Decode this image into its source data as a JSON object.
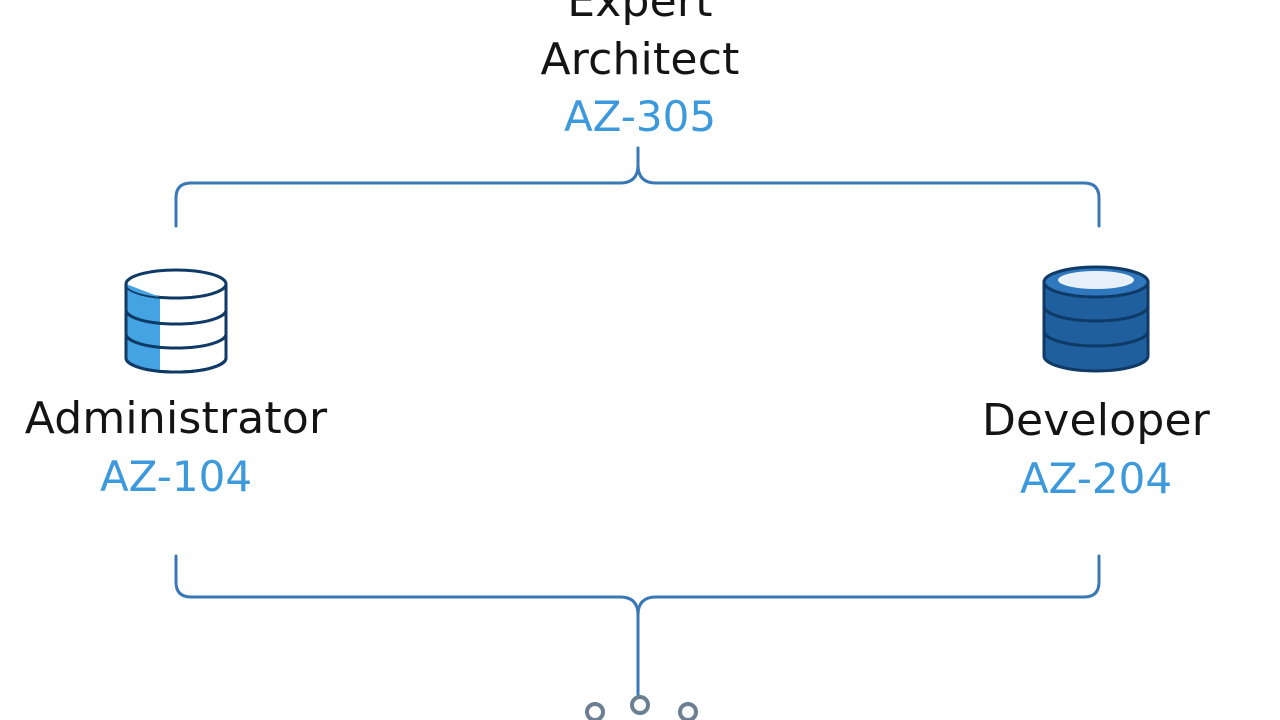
{
  "nodes": {
    "expert": {
      "title_line1": "Expert",
      "title_line2": "Architect",
      "code": "AZ-305"
    },
    "administrator": {
      "title": "Administrator",
      "code": "AZ-104",
      "icon": "database-icon"
    },
    "developer": {
      "title": "Developer",
      "code": "AZ-204",
      "icon": "database-icon"
    }
  },
  "colors": {
    "line": "#3a78b5",
    "code_text": "#3b99dc",
    "title_text": "#141414",
    "db_light": "#44a3e3",
    "db_dark": "#1f5f9e",
    "db_outline": "#0f3a66"
  }
}
